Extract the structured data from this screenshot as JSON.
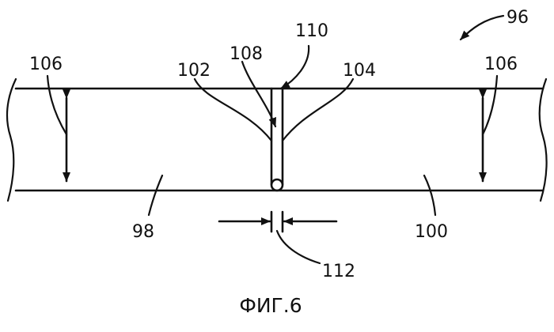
{
  "figure": {
    "caption": "ФИГ.6",
    "labels": {
      "assembly": "96",
      "first_part": "98",
      "second_part": "100",
      "first_face": "102",
      "second_face": "104",
      "thickness_left": "106",
      "thickness_right": "106",
      "gap": "108",
      "joint": "110",
      "gap_width": "112"
    },
    "colors": {
      "ink": "#111111",
      "background": "#ffffff"
    }
  }
}
